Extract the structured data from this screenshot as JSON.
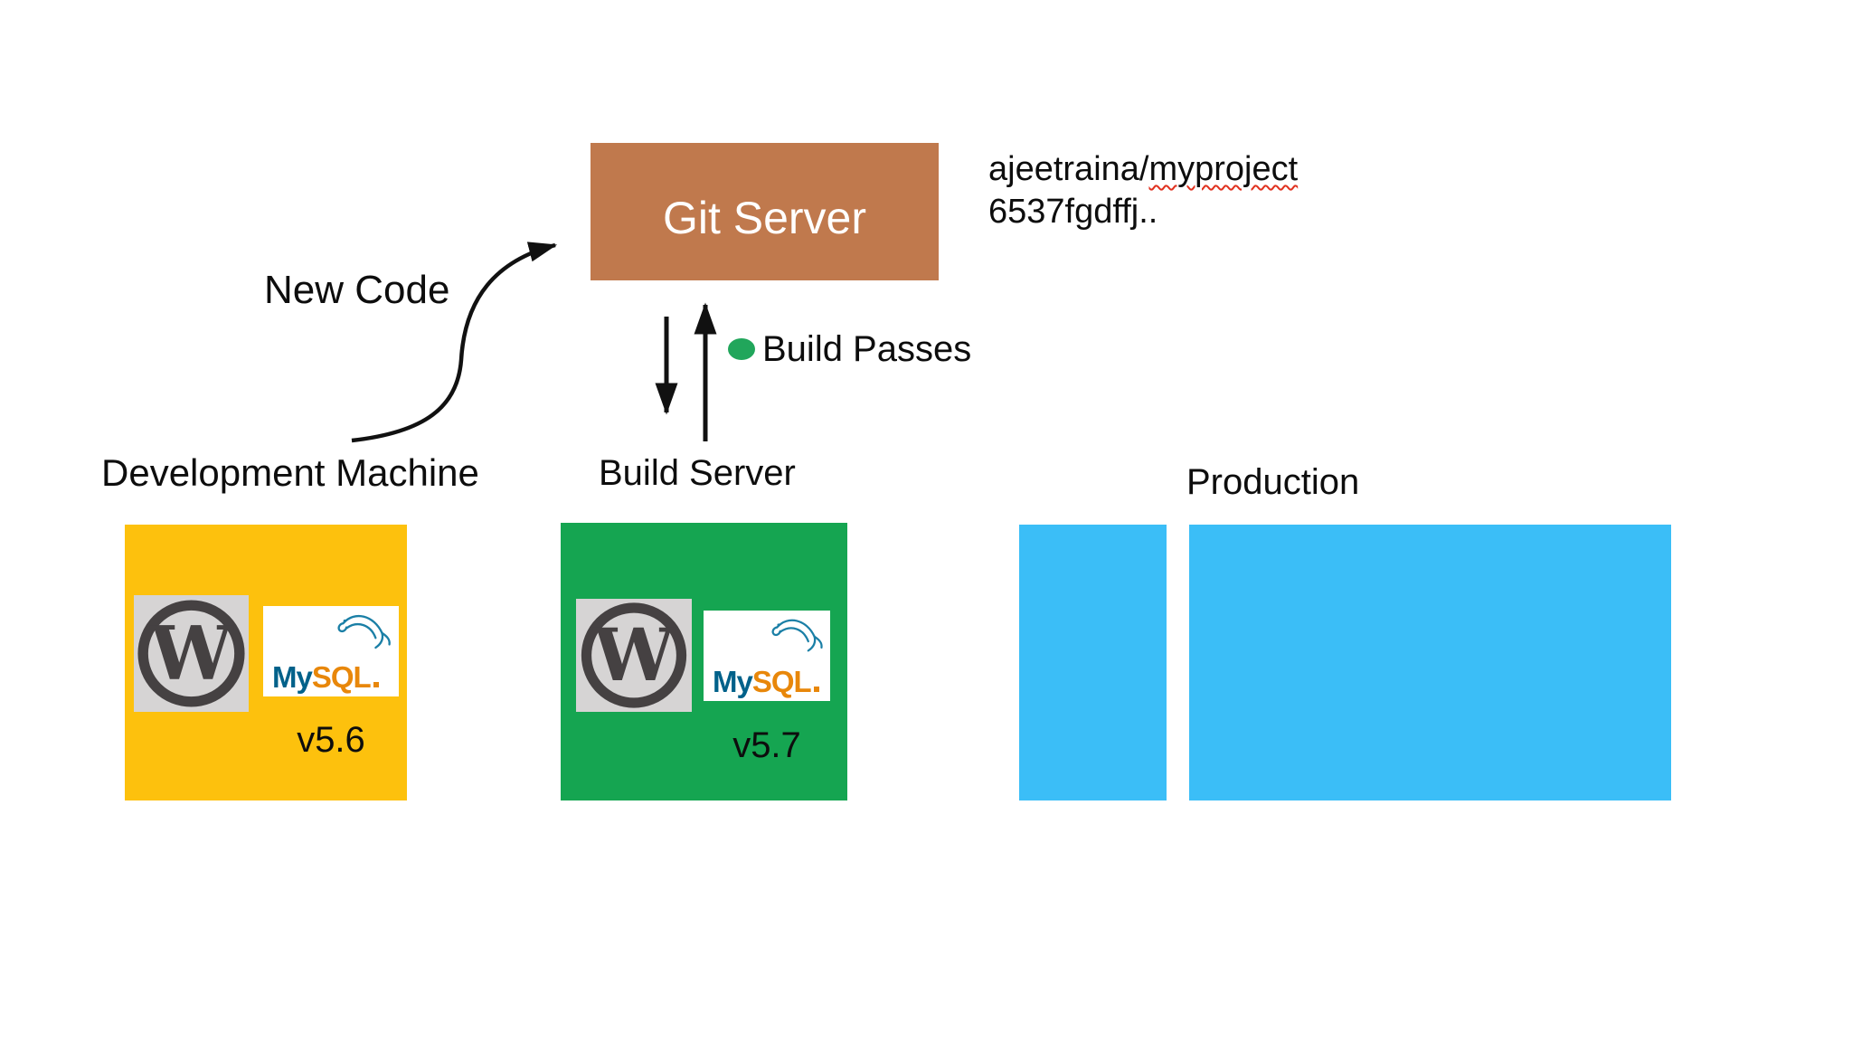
{
  "git_server": {
    "label": "Git Server"
  },
  "commit_info": {
    "repo_owner_prefix": "ajeetraina/",
    "repo_name": "myproject",
    "commit_id": "6537fgdffj.."
  },
  "flow": {
    "new_code_label": "New Code",
    "build_passes_label": "Build Passes"
  },
  "environments": {
    "development": {
      "label": "Development Machine",
      "mysql_version": "v5.6"
    },
    "build": {
      "label": "Build Server",
      "mysql_version": "v5.7"
    },
    "production": {
      "label": "Production"
    }
  },
  "logos": {
    "wordpress": {
      "name": "WordPress",
      "letter": "W"
    },
    "mysql": {
      "name": "MySQL",
      "text_my": "My",
      "text_sql": "SQL"
    }
  },
  "colors": {
    "git_server_box": "#c0794d",
    "development_box": "#fdc10d",
    "build_box": "#15a551",
    "production_box": "#3bbef7",
    "status_dot_green": "#21a65b",
    "wordpress_dark": "#454142",
    "wordpress_tile_gray": "#d6d4d4",
    "mysql_my_teal": "#00618a",
    "mysql_sql_orange": "#e8870a",
    "mysql_dolphin_teal": "#1a7fa6",
    "misspell_underline_red": "#e0301e",
    "arrow_black": "#111111"
  }
}
